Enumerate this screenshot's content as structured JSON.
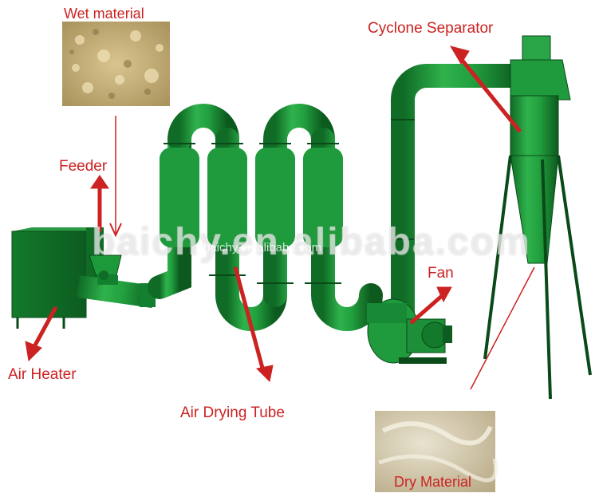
{
  "labels": {
    "wet_material": "Wet material",
    "cyclone_separator": "Cyclone Separator",
    "feeder": "Feeder",
    "fan": "Fan",
    "air_heater": "Air Heater",
    "air_drying_tube": "Air Drying Tube",
    "dry_material": "Dry Material"
  },
  "watermark": {
    "large": "baichy.en.alibaba.com",
    "small": "baichy.en.alibaba.com"
  },
  "colors": {
    "machine_green": "#1f9a3c",
    "label_red": "#cc2222"
  }
}
